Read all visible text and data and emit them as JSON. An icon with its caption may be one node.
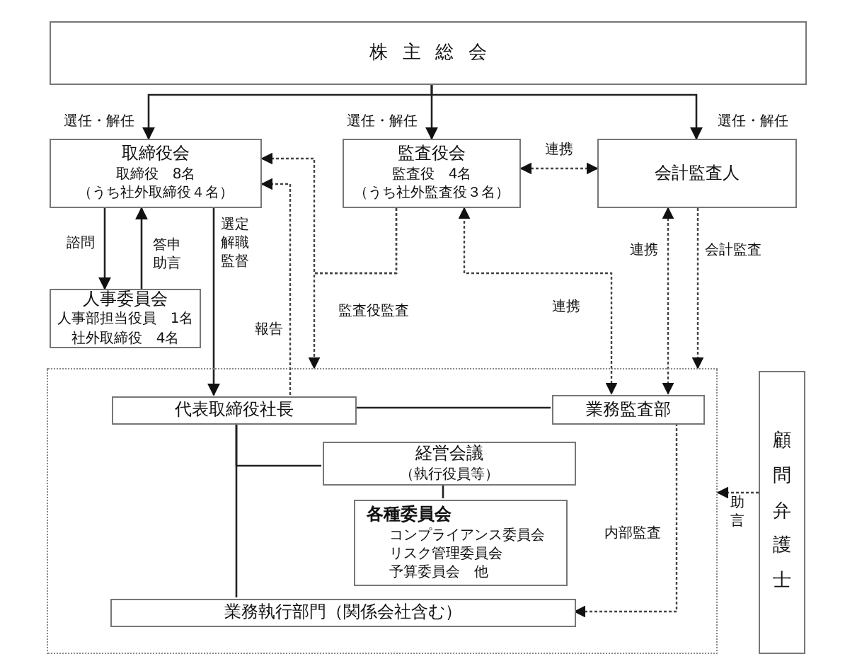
{
  "diagram": {
    "nodes": [
      {
        "text": [
          "株主総会"
        ]
      },
      {
        "text": [
          "取締役会",
          "取締役　8名",
          "（うち社外取締役４名）"
        ]
      },
      {
        "text": [
          "監査役会",
          "監査役　4名",
          "（うち社外監査役３名）"
        ]
      },
      {
        "text": [
          "会計監査人"
        ]
      },
      {
        "text": [
          "人事委員会",
          "人事部担当役員　1名",
          "社外取締役　4名"
        ]
      },
      {
        "text": [],
        "shape": "box"
      },
      {
        "text": [
          "代表取締役社長"
        ],
        "in": 5
      },
      {
        "text": [
          "業務監査部"
        ],
        "in": 5
      },
      {
        "text": [
          "経営会議",
          "（執行役員等）"
        ],
        "in": 5
      },
      {
        "text": [
          "各種委員会",
          "コンプライアンス委員会",
          "リスク管理委員会",
          "予算委員会　他"
        ],
        "in": 5
      },
      {
        "text": [
          "業務執行部門（関係会社含む）"
        ],
        "in": 5
      },
      {
        "text": [
          "顧問弁護士"
        ]
      }
    ],
    "edges": [
      {
        "from": 0,
        "to": 1,
        "arrow": "to",
        "label": "選任・解任"
      },
      {
        "from": 0,
        "to": 2,
        "arrow": "to",
        "label": "選任・解任"
      },
      {
        "from": 0,
        "to": 3,
        "arrow": "to",
        "label": "選任・解任"
      },
      {
        "from": 2,
        "to": 3,
        "arrow": "both",
        "style": "dashed",
        "label": "連携"
      },
      {
        "from": 1,
        "to": 4,
        "arrow": "to",
        "label": "諮問"
      },
      {
        "from": 4,
        "to": 1,
        "arrow": "to",
        "label": "答申助言"
      },
      {
        "from": 1,
        "to": 6,
        "arrow": "to",
        "label": "選定解職監督"
      },
      {
        "from": 2,
        "to": 1,
        "arrow": "to",
        "style": "dashed"
      },
      {
        "from": 2,
        "to": 5,
        "arrow": "to",
        "style": "dashed",
        "label": "監査役監査"
      },
      {
        "from": 6,
        "to": 1,
        "arrow": "to",
        "style": "dashed",
        "label": "報告"
      },
      {
        "from": 7,
        "to": 2,
        "arrow": "both",
        "style": "dashed",
        "label": "連携"
      },
      {
        "from": 3,
        "to": 7,
        "arrow": "both",
        "style": "dashed",
        "label": "連携"
      },
      {
        "from": 3,
        "to": 5,
        "arrow": "to",
        "style": "dashed",
        "label": "会計監査"
      },
      {
        "from": 6,
        "to": 7,
        "arrow": "none"
      },
      {
        "from": 6,
        "to": 10,
        "arrow": "none"
      },
      {
        "from": 6,
        "to": 8,
        "arrow": "none"
      },
      {
        "from": 8,
        "to": 9,
        "arrow": "none"
      },
      {
        "from": 7,
        "to": 10,
        "arrow": "to",
        "style": "dashed",
        "label": "内部監査"
      },
      {
        "from": 11,
        "to": 5,
        "arrow": "to",
        "style": "dashed",
        "label": "助言"
      }
    ]
  }
}
